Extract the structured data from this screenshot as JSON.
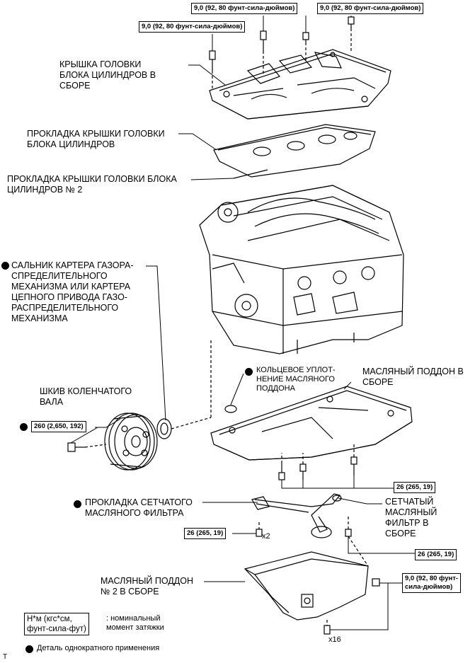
{
  "labels": {
    "cover_assembly": "КРЫШКА ГОЛОВКИ\nБЛОКА ЦИЛИНДРОВ В\nСБОРЕ",
    "cover_gasket": "ПРОКЛАДКА КРЫШКИ ГОЛОВКИ\nБЛОКА ЦИЛИНДРОВ",
    "cover_gasket_2": "ПРОКЛАДКА КРЫШКИ ГОЛОВКИ БЛОКА\nЦИЛИНДРОВ № 2",
    "oil_seal": "САЛЬНИК КАРТЕРА ГАЗОРА-\nСПРЕДЕЛИТЕЛЬНОГО\nМЕХАНИЗМА ИЛИ КАРТЕРА\nЦЕПНОГО ПРИВОДА ГАЗО-\nРАСПРЕДЕЛИТЕЛЬНОГО\nМЕХАНИЗМА",
    "pulley": "ШКИВ КОЛЕНЧАТОГО\nВАЛА",
    "o_ring": "КОЛЬЦЕВОЕ УПЛОТ-\nНЕНИЕ МАСЛЯНОГО\nПОДДОНА",
    "oil_pan": "МАСЛЯНЫЙ ПОДДОН В\nСБОРЕ",
    "strainer_gasket": "ПРОКЛАДКА СЕТЧАТОГО\nМАСЛЯНОГО ФИЛЬТРА",
    "strainer": "СЕТЧАТЫЙ\nМАСЛЯНЫЙ\nФИЛЬТР В\nСБОРЕ",
    "oil_pan_2": "МАСЛЯНЫЙ ПОДДОН\n№ 2 В СБОРЕ"
  },
  "torques": {
    "cover_top_left": "9,0 (92, 80 фунт-сила-дюймов)",
    "cover_top_right": "9,0 (92, 80 фунт-сила-дюймов)",
    "cover_left": "9,0 (92, 80 фунт-сила-дюймов)",
    "pulley": "260 (2,650, 192)",
    "oil_pan": "26 (265, 19)",
    "strainer_bolt": "26 (265, 19)",
    "strainer_right": "26 (265, 19)",
    "pan2": "9,0 (92, 80 фунт-\nсила-дюймов)"
  },
  "counts": {
    "x2": "x2",
    "x16": "x16"
  },
  "legend": {
    "box": "Н*м (кгс*см,\nфунт-сила-фут)",
    "box_desc": ": номинальный\nмомент затяжки",
    "single_use": "Деталь однократного применения"
  },
  "corner_mark": "T"
}
